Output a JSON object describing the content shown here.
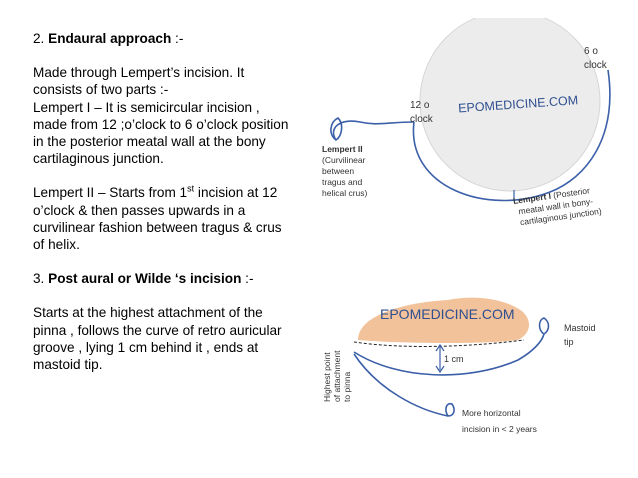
{
  "section2": {
    "number": "2. ",
    "heading": "Endaural approach",
    "suffix": " :-",
    "line1": "Made through Lempert’s incision. It",
    "line2": "consists of two parts :-",
    "line3": "Lempert I – It is semicircular incision ,",
    "line4": "made from 12 ;o’clock to 6 o’clock position",
    "line5": "in the posterior meatal wall at the bony",
    "line6": "cartilaginous junction.",
    "p2_line1_pre": "Lempert II – Starts from 1",
    "p2_line1_sup": "st",
    "p2_line1_post": " incision at 12",
    "p2_line2": "o’clock & then passes upwards in a",
    "p2_line3": "curvilinear fashion between tragus & crus",
    "p2_line4": "of helix."
  },
  "section3": {
    "number": "3. ",
    "heading": "Post aural or Wilde ‘s incision",
    "suffix": " :-",
    "line1": "Starts at the highest attachment of the",
    "line2": "pinna , follows the curve of retro auricular",
    "line3": "groove , lying 1 cm behind it , ends at",
    "line4": "mastoid tip."
  },
  "figure1": {
    "watermark": "EPOMEDICINE.COM",
    "label_6_line1": "6 o",
    "label_6_line2": "clock",
    "label_12_line1": "12 o",
    "label_12_line2": "clock",
    "lempert2_title": "Lempert II",
    "lempert2_l1": "(Curvilinear",
    "lempert2_l2": "between",
    "lempert2_l3": "tragus and",
    "lempert2_l4": "helical crus)",
    "lempert1_title": "Lempert I",
    "lempert1_l1_rest": " (Posterior",
    "lempert1_l2": "meatal wall in bony-",
    "lempert1_l3": "cartilaginous junction)"
  },
  "figure2": {
    "watermark": "EPOMEDICINE.COM",
    "mastoid_l1": "Mastoid",
    "mastoid_l2": "tip",
    "cm_label": "1 cm",
    "vertical_l1": "Highest point",
    "vertical_l2": "of attachment",
    "vertical_l3": "to pinna",
    "horizontal_l1": "More horizontal",
    "horizontal_l2": "incision in < 2 years"
  },
  "colors": {
    "incision_blue": "#3b5fa8",
    "watermark_blue": "#2f4f90",
    "circle_gray": "#ececec",
    "pinna_peach": "#f2c29a"
  }
}
